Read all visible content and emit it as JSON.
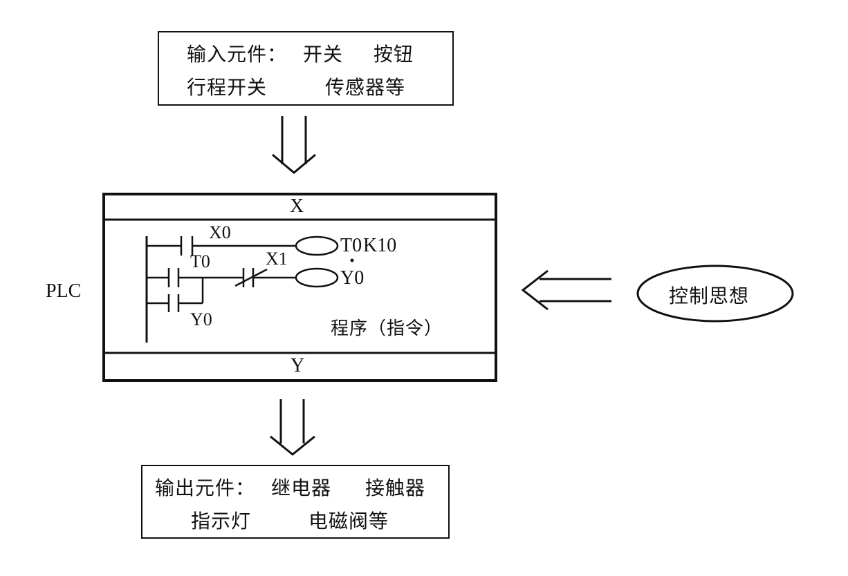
{
  "input_box": {
    "line1_label": "输入元件：",
    "line1_items": [
      "开关",
      "按钮"
    ],
    "line2_items": [
      "行程开关",
      "传感器等"
    ]
  },
  "plc": {
    "label": "PLC",
    "input_section": "X",
    "output_section": "Y",
    "program_caption": "程序（指令）",
    "ladder": {
      "contacts": {
        "x0": "X0",
        "t0": "T0",
        "x1": "X1",
        "y0_contact": "Y0"
      },
      "coils": {
        "timer": "T0",
        "timer_setting": "K10",
        "output": "Y0"
      }
    }
  },
  "control_idea": {
    "label": "控制思想"
  },
  "output_box": {
    "line1_label": "输出元件：",
    "line1_items": [
      "继电器",
      "接触器"
    ],
    "line2_items": [
      "指示灯",
      "电磁阀等"
    ]
  },
  "colors": {
    "ink": "#111111",
    "paper": "#ffffff"
  }
}
